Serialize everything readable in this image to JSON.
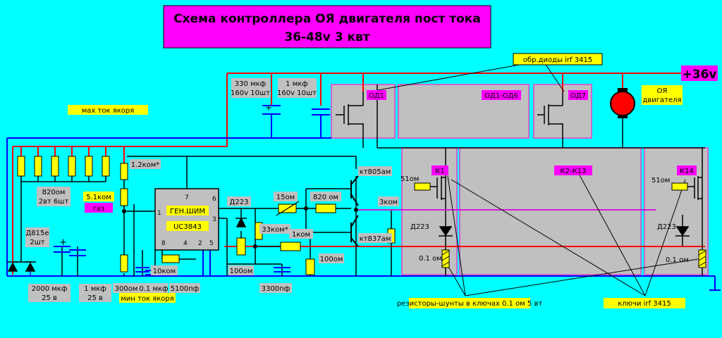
{
  "title": {
    "line1": "Схема контроллера ОЯ двигателя пост тока",
    "line2": "36-48v 3 квт"
  },
  "supply_label": "+36v",
  "motor_label": [
    "ОЯ",
    "двигателя"
  ],
  "labels": {
    "flyback_diodes": "обр.диоды irf 3415",
    "od1": "ОД1",
    "od1_od6": "ОД1-ОД6",
    "od7": "ОД7",
    "k1": "К1",
    "k2_k13": "К2-К13",
    "k14": "К14",
    "cap_330": [
      "330 мкф",
      "160v 10шт"
    ],
    "cap_1": [
      "1 мкф",
      "160v 10шт"
    ],
    "max_current": "мах ток якоря",
    "min_current": "мин ток якоря",
    "r_1_2k": "1.2ком*",
    "r_5_1k": "5.1ком",
    "gas": "газ",
    "r_820_6": [
      "820ом",
      "2вт 6шт"
    ],
    "zener": [
      "Д815е",
      "2шт"
    ],
    "cap_2000": [
      "2000 мкф",
      "25 в"
    ],
    "cap_1_25": [
      "1 мкф",
      "25 в"
    ],
    "r_300": "300ом",
    "c_0_1": "0.1 мкф",
    "c_5100": "5100пф",
    "r_10k": "10ком",
    "pwm_gen": "ГЕН.ШИМ",
    "ic": "UC3843",
    "pins": [
      "7",
      "1",
      "6",
      "3",
      "8",
      "4",
      "2",
      "5"
    ],
    "d223_a": "Д223",
    "r_15": "15ом",
    "r_820": "820 ом",
    "r_33k": "33ком*",
    "r_1k": "1ком",
    "r_100_a": "100ом",
    "r_100_b": "100ом",
    "c_3300": "3300пф",
    "q_805": "кт805ам",
    "q_837": "кт837ам",
    "r_3k": "3ком",
    "r_51_left": "51ом",
    "r_51_right": "51ом",
    "d223_left": "Д223",
    "d223_right": "Д223",
    "shunt_left": "0.1 ом",
    "shunt_right": "0.1 ом",
    "shunt_note": "резисторы-шунты в ключах 0.1 ом 5 вт",
    "keys_note": "ключи irf 3415"
  },
  "colors": {
    "background": "#00ffff",
    "title_box": "#ff00ff",
    "label_yellow": "#ffff00",
    "label_magenta": "#ff00ff",
    "module_gray": "#c0c0c0",
    "wire_blue": "#0000ff",
    "wire_red": "#ff0000",
    "wire_black": "#000000",
    "motor": "#ff0000"
  }
}
